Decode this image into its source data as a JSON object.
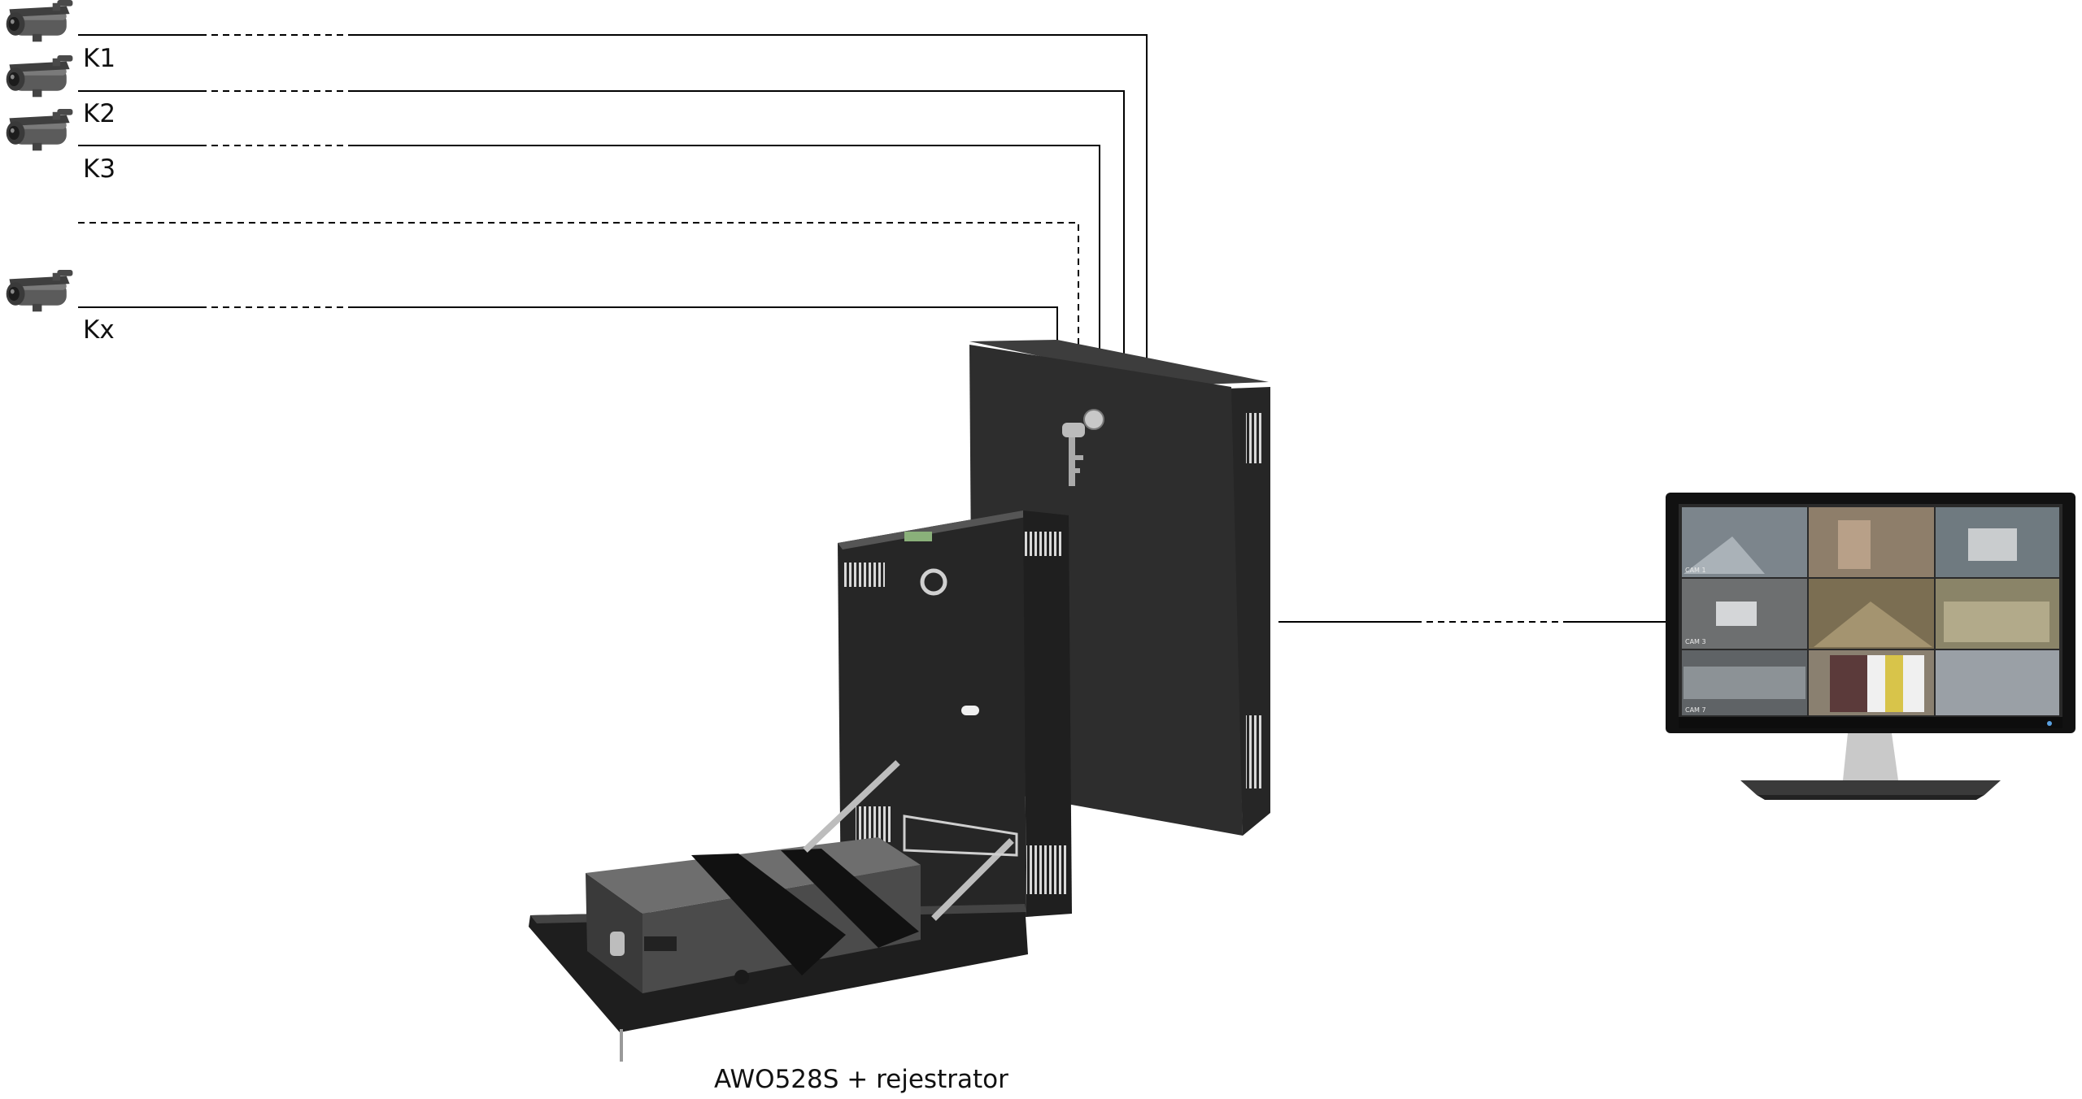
{
  "cameras": [
    {
      "label": "K1"
    },
    {
      "label": "K2"
    },
    {
      "label": "K3"
    },
    {
      "label": "Kx"
    }
  ],
  "caption": "AWO528S + rejestrator",
  "monitor": {
    "tiles": [
      "CAM 1",
      "",
      "",
      "CAM 3",
      "",
      "",
      "CAM 7",
      "",
      ""
    ]
  },
  "colors": {
    "line": "#000000",
    "cabinet": "#2b2b2b",
    "camera": "#5a5a5a",
    "screen_bezel": "#111111"
  }
}
